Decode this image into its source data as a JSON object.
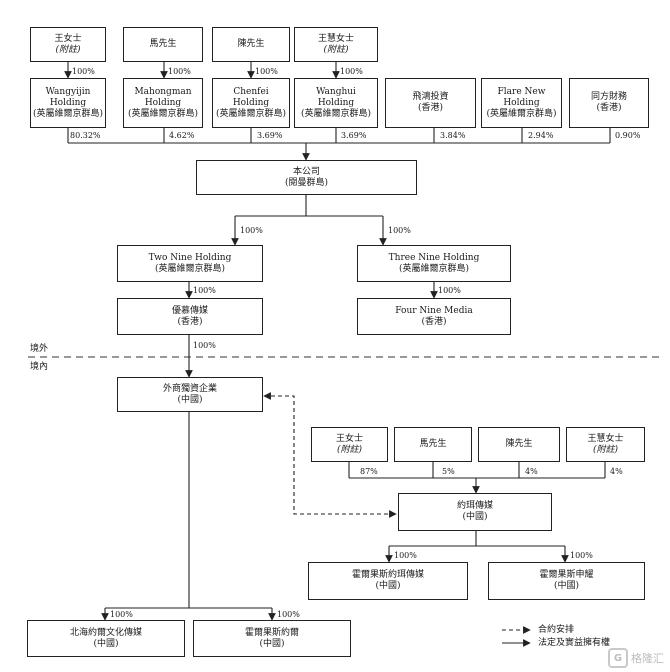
{
  "top_people": [
    {
      "name": "王女士",
      "note": "(附註)"
    },
    {
      "name": "馬先生",
      "note": ""
    },
    {
      "name": "陳先生",
      "note": ""
    },
    {
      "name": "王慧女士",
      "note": "(附註)"
    }
  ],
  "top_percent_100": "100%",
  "shareholders": [
    {
      "lines": [
        "Wangyijin",
        "Holding",
        "(英屬維爾京群島)"
      ],
      "stake": "80.32%"
    },
    {
      "lines": [
        "Mahongman",
        "Holding",
        "(英屬維爾京群島)"
      ],
      "stake": "4.62%"
    },
    {
      "lines": [
        "Chenfei",
        "Holding",
        "(英屬維爾京群島)"
      ],
      "stake": "3.69%"
    },
    {
      "lines": [
        "Wanghui",
        "Holding",
        "(英屬維爾京群島)"
      ],
      "stake": "3.69%"
    },
    {
      "lines": [
        "飛鴻投資",
        "(香港)"
      ],
      "stake": "3.84%"
    },
    {
      "lines": [
        "Flare New",
        "Holding",
        "(英屬維爾京群島)"
      ],
      "stake": "2.94%"
    },
    {
      "lines": [
        "同方財務",
        "(香港)"
      ],
      "stake": "0.90%"
    }
  ],
  "company": {
    "name": "本公司",
    "sub": "(閱曼群島)"
  },
  "two_nine": {
    "name": "Two Nine Holding",
    "sub": "(英屬維爾京群島)",
    "pct": "100%"
  },
  "three_nine": {
    "name": "Three Nine Holding",
    "sub": "(英屬維爾京群島)",
    "pct": "100%"
  },
  "youmu": {
    "name": "優慕傳媒",
    "sub": "(香港)",
    "pct": "100%"
  },
  "four_nine": {
    "name": "Four Nine Media",
    "sub": "(香港)",
    "pct": "100%"
  },
  "wfoe_pct": "100%",
  "regions": {
    "outside": "境外",
    "inside": "境內"
  },
  "wfoe": {
    "name": "外商獨資企業",
    "sub": "(中國)"
  },
  "vie_people": [
    {
      "name": "王女士",
      "note": "(附註)",
      "stake": "87%"
    },
    {
      "name": "馬先生",
      "note": "",
      "stake": "5%"
    },
    {
      "name": "陳先生",
      "note": "",
      "stake": "4%"
    },
    {
      "name": "王慧女士",
      "note": "(附註)",
      "stake": "4%"
    }
  ],
  "yuer": {
    "name": "約珥傳媒",
    "sub": "(中國)"
  },
  "yuer_subs": [
    {
      "name": "霍爾果斯約珥傳媒",
      "sub": "(中國)",
      "pct": "100%"
    },
    {
      "name": "霍爾果斯申耀",
      "sub": "(中國)",
      "pct": "100%"
    }
  ],
  "wfoe_subs": [
    {
      "name": "北海約爾文化傳媒",
      "sub": "(中國)",
      "pct": "100%"
    },
    {
      "name": "霍爾果斯約爾",
      "sub": "(中國)",
      "pct": "100%"
    }
  ],
  "legend": {
    "contractual": "合約安排",
    "equity": "法定及實益擁有權"
  },
  "watermark": "格隆汇"
}
